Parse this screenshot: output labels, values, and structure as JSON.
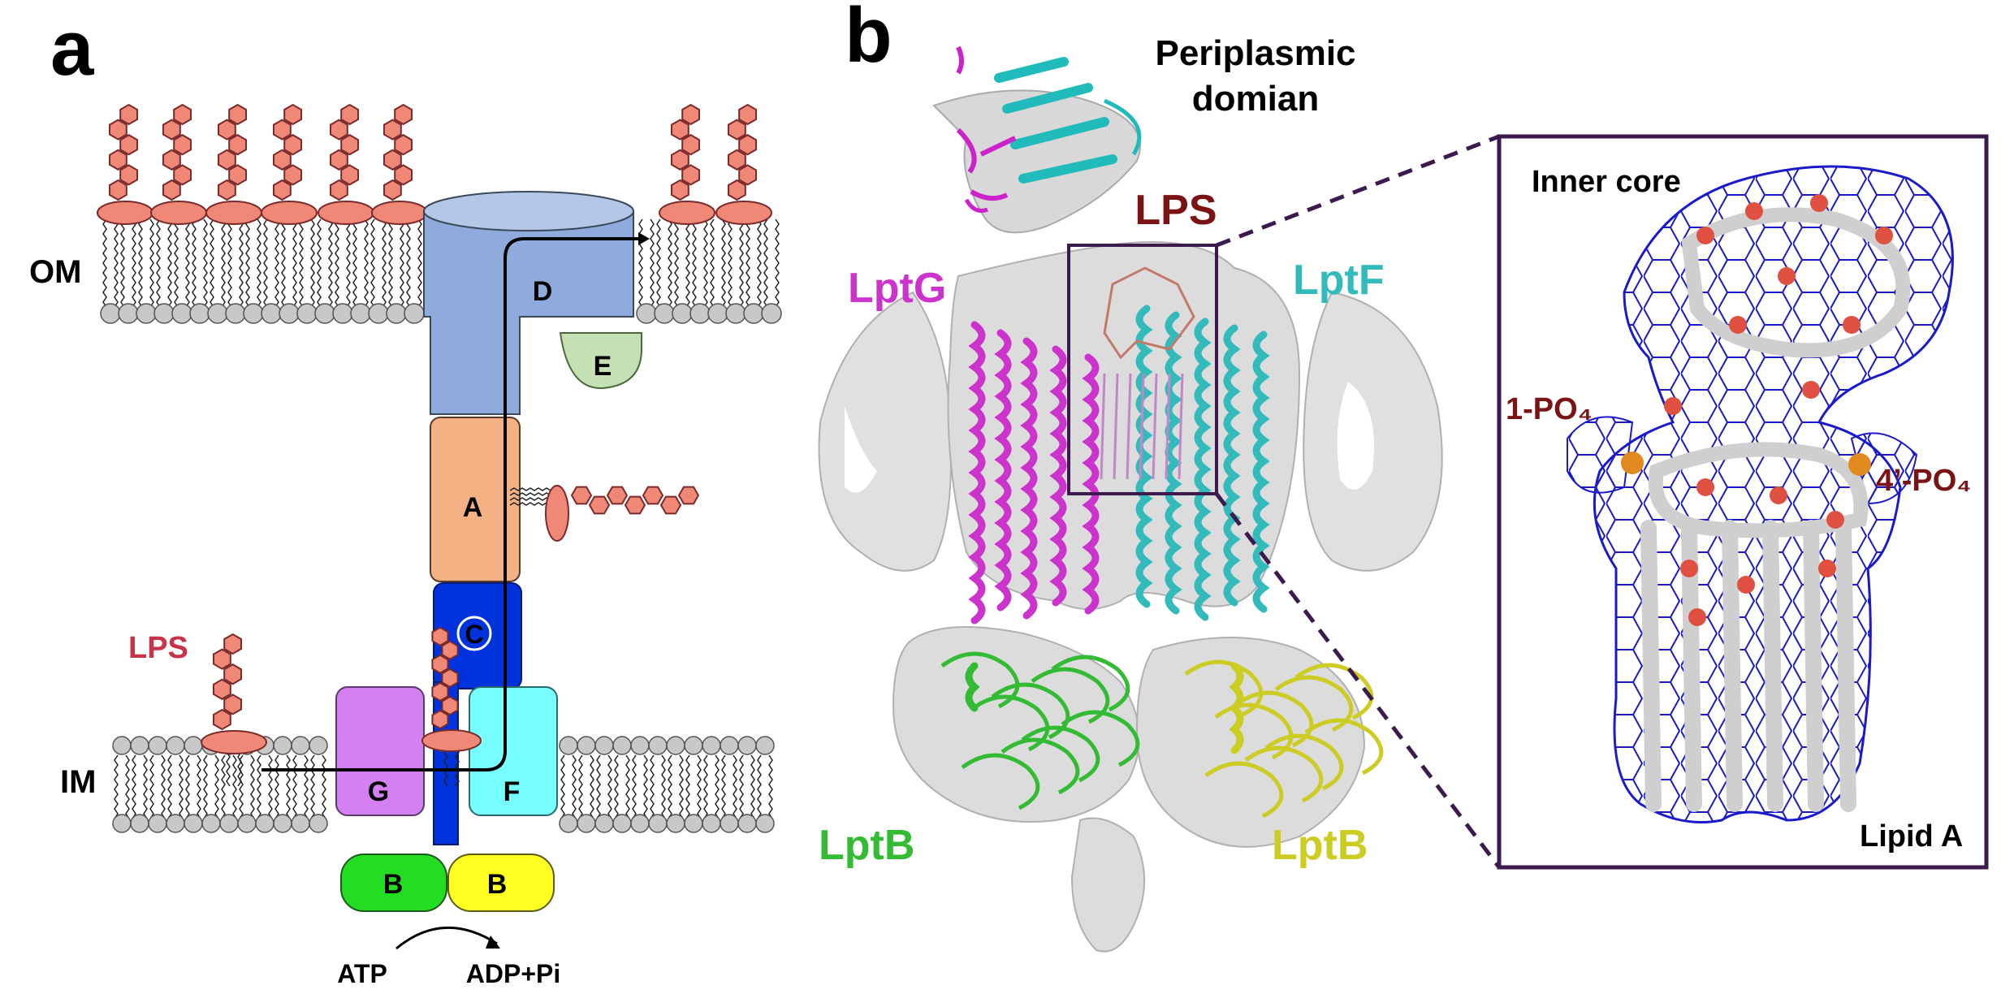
{
  "panel_a": {
    "letter": "a",
    "labels": {
      "om": "OM",
      "im": "IM",
      "lps": "LPS",
      "atp": "ATP",
      "adp": "ADP+Pi"
    },
    "proteins": {
      "d": "D",
      "e": "E",
      "a": "A",
      "c": "C",
      "g": "G",
      "f": "F",
      "b_left": "B",
      "b_right": "B"
    }
  },
  "panel_b": {
    "letter": "b",
    "periplasmic_line1": "Periplasmic",
    "periplasmic_line2": "domian",
    "lps": "LPS",
    "lptg": "LptG",
    "lptf": "LptF",
    "lptb_left": "LptB",
    "lptb_right": "LptB"
  },
  "inset": {
    "inner_core": "Inner core",
    "po4_1": "1-PO₄",
    "po4_4": "4’-PO₄",
    "lipid_a": "Lipid A"
  },
  "colors": {
    "lps_salmon": "#f08878",
    "lipid_grey": "#c8c8c8",
    "lpt_d": "#8faadc",
    "lpt_e": "#c5e0b4",
    "lpt_a": "#f4b183",
    "lpt_c": "#0033dd",
    "lpt_g": "#d580f0",
    "lpt_f": "#77ffff",
    "lpt_b_green": "#22dd22",
    "lpt_b_yellow": "#ffff22",
    "magenta": "#cc33cc",
    "cyan": "#33bbbb",
    "green": "#33bb33",
    "yellow": "#cccc22",
    "dark_red": "#7a1414",
    "mesh_blue": "#1a1acc",
    "frame": "#3c1a4e"
  }
}
